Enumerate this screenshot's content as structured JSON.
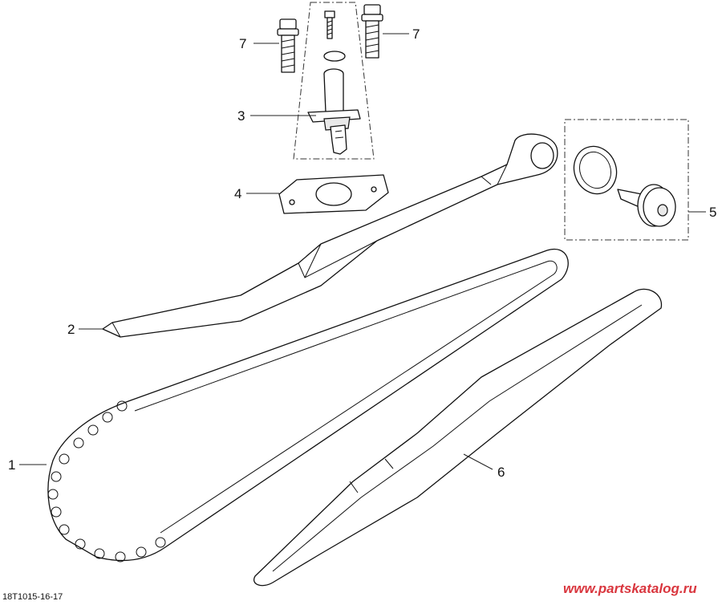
{
  "diagram": {
    "callouts": {
      "chain": "1",
      "tensioner_guide": "2",
      "tensioner": "3",
      "gasket": "4",
      "plug_assembly": "5",
      "chain_guide": "6",
      "screw_left": "7",
      "screw_right": "7"
    },
    "code": "18T1015-16-17",
    "watermark": "www.partskatalog.ru",
    "colors": {
      "line": "#111111",
      "watermark": "#d9363e"
    }
  }
}
